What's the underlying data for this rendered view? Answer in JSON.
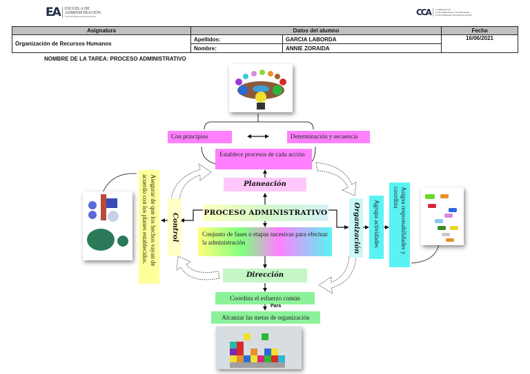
{
  "logos": {
    "left": {
      "mark": "EA",
      "line1": "ESCUELA DE",
      "line2": "ADMINISTRACIÓN",
      "tagline": "UNIVERSIDAD INTERNACIONAL"
    },
    "right": {
      "mark": "CCA",
      "line1": "CARRERA DE",
      "line2": "CONTABILIDAD Y AUDITORÍA",
      "tagline": "UNIVERSIDAD INTERNACIONAL"
    }
  },
  "header_table": {
    "col_subject": "Asignatura",
    "col_student": "Datos del alumno",
    "col_date": "Fecha",
    "subject": "Organización de Recursos Humanos",
    "surname_label": "Apellidos:",
    "surname": "GARCIA LABORDA",
    "name_label": "Nombre:",
    "name": "ANNIE ZORAIDA",
    "date": "16/06/2021"
  },
  "task_title": "NOMBRE DE LA TAREA:  PROCESO ADMINISTRATIVO",
  "diagram": {
    "center_title": "PROCESO ADMINISTRATIVO",
    "center_description": "Conjunto de fases o etapas sucesivas para efectuar la administración",
    "planning": {
      "label": "Planeación",
      "description": "Establece procesos de cada acción",
      "left_note": "Con principios",
      "right_note": "Determinación y secuencia"
    },
    "organization": {
      "label": "Organización",
      "step1": "Agrupa actividades",
      "step2": "Asigna responsabilidades y coordina"
    },
    "direction": {
      "label": "Dirección",
      "step1": "Coordina el esfuerzo común",
      "connector": "Para",
      "step2": "Alcanzar las metas de organización"
    },
    "control": {
      "label": "Control",
      "description": "Asegurar de que los hechos vayan de acuerdo con los planes establecidos."
    }
  },
  "images": {
    "top": "meeting-table-illustration",
    "left": "control-figure-illustration",
    "right": "organization-chart-illustration",
    "bottom": "teamwork-puzzle-illustration"
  },
  "colors": {
    "planning": "#ff80ff",
    "organization": "#5af3f3",
    "direction": "#8cf29a",
    "control": "#ffff99",
    "table_header": "#c0c0c0"
  }
}
